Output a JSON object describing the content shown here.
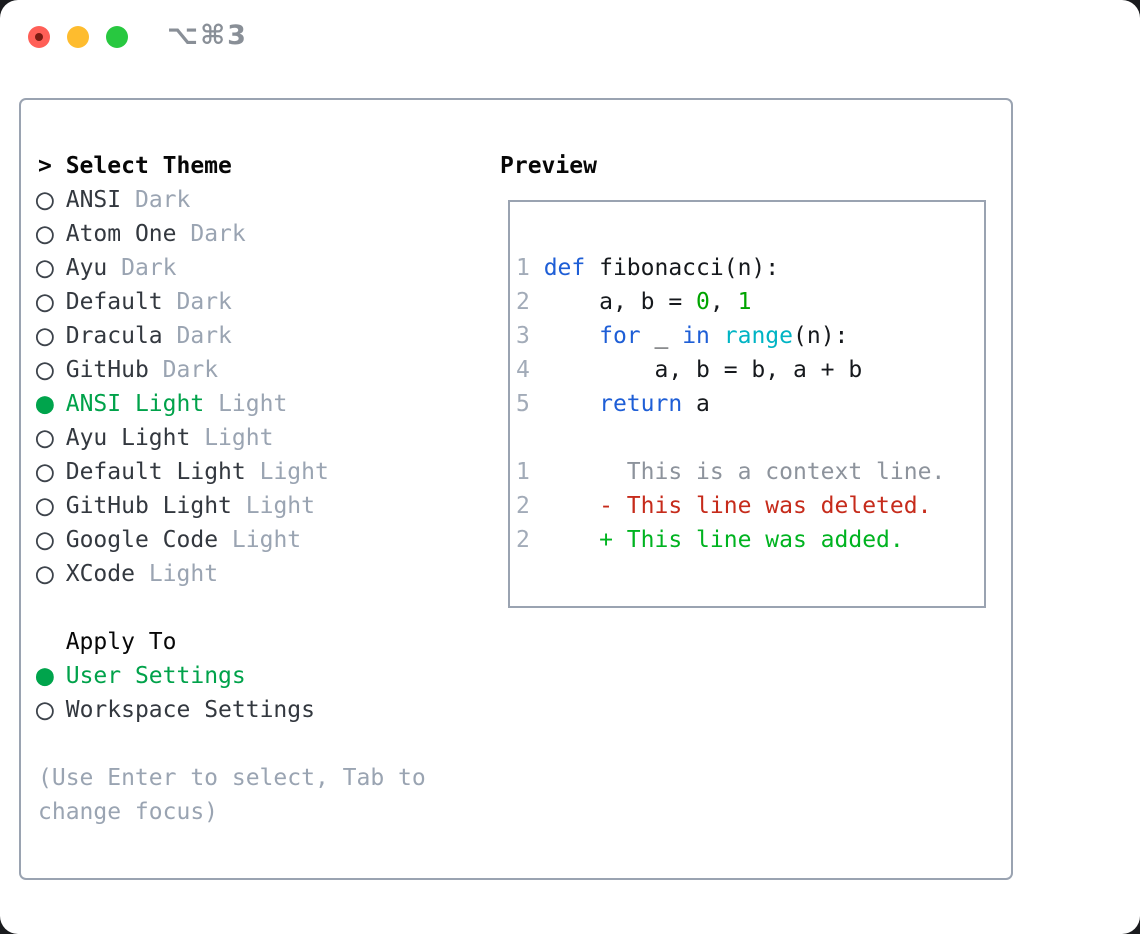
{
  "window": {
    "title": "⌥⌘3"
  },
  "theme_picker": {
    "header_prefix": ">",
    "header": "Select Theme",
    "radio_unselected_glyph": "○",
    "radio_selected_glyph": "●",
    "themes": [
      {
        "name": "ANSI",
        "variant": "Dark",
        "selected": false
      },
      {
        "name": "Atom One",
        "variant": "Dark",
        "selected": false
      },
      {
        "name": "Ayu",
        "variant": "Dark",
        "selected": false
      },
      {
        "name": "Default",
        "variant": "Dark",
        "selected": false
      },
      {
        "name": "Dracula",
        "variant": "Dark",
        "selected": false
      },
      {
        "name": "GitHub",
        "variant": "Dark",
        "selected": false
      },
      {
        "name": "ANSI Light",
        "variant": "Light",
        "selected": true
      },
      {
        "name": "Ayu Light",
        "variant": "Light",
        "selected": false
      },
      {
        "name": "Default Light",
        "variant": "Light",
        "selected": false
      },
      {
        "name": "GitHub Light",
        "variant": "Light",
        "selected": false
      },
      {
        "name": "Google Code",
        "variant": "Light",
        "selected": false
      },
      {
        "name": "XCode",
        "variant": "Light",
        "selected": false
      }
    ],
    "apply_to": {
      "header": "Apply To",
      "options": [
        {
          "label": "User Settings",
          "selected": true
        },
        {
          "label": "Workspace Settings",
          "selected": false
        }
      ]
    },
    "help_text": "(Use Enter to select, Tab to change focus)"
  },
  "preview": {
    "header": "Preview",
    "code_lines": [
      {
        "tokens": [
          {
            "text": "1 ",
            "type": "lineno"
          },
          {
            "text": "def",
            "type": "keyword"
          },
          {
            "text": " fibonacci(n):",
            "type": "plain"
          }
        ]
      },
      {
        "tokens": [
          {
            "text": "2 ",
            "type": "lineno"
          },
          {
            "text": "    a, b = ",
            "type": "plain"
          },
          {
            "text": "0",
            "type": "number"
          },
          {
            "text": ", ",
            "type": "plain"
          },
          {
            "text": "1",
            "type": "number"
          }
        ]
      },
      {
        "tokens": [
          {
            "text": "3 ",
            "type": "lineno"
          },
          {
            "text": "    ",
            "type": "plain"
          },
          {
            "text": "for",
            "type": "keyword"
          },
          {
            "text": " _ ",
            "type": "plain"
          },
          {
            "text": "in",
            "type": "keyword"
          },
          {
            "text": " ",
            "type": "plain"
          },
          {
            "text": "range",
            "type": "builtin"
          },
          {
            "text": "(n):",
            "type": "plain"
          }
        ]
      },
      {
        "tokens": [
          {
            "text": "4 ",
            "type": "lineno"
          },
          {
            "text": "        a, b = b, a + b",
            "type": "plain"
          }
        ]
      },
      {
        "tokens": [
          {
            "text": "5 ",
            "type": "lineno"
          },
          {
            "text": "    ",
            "type": "plain"
          },
          {
            "text": "return",
            "type": "keyword"
          },
          {
            "text": " a",
            "type": "plain"
          }
        ]
      },
      {
        "tokens": []
      },
      {
        "tokens": [
          {
            "text": "1 ",
            "type": "lineno"
          },
          {
            "text": "      This is a context line.",
            "type": "context"
          }
        ]
      },
      {
        "tokens": [
          {
            "text": "2 ",
            "type": "lineno"
          },
          {
            "text": "    ",
            "type": "plain"
          },
          {
            "text": "- This line was deleted.",
            "type": "deleted"
          }
        ]
      },
      {
        "tokens": [
          {
            "text": "2 ",
            "type": "lineno"
          },
          {
            "text": "    ",
            "type": "plain"
          },
          {
            "text": "+ This line was added.",
            "type": "added"
          }
        ]
      }
    ]
  },
  "colors": {
    "selected_green": "#00a24a",
    "keyword_blue": "#1e5ed6",
    "number_green": "#00a400",
    "builtin_cyan": "#00b4c4",
    "deleted_red": "#c62b1b",
    "added_green": "#00b320",
    "muted_gray": "#9aa4b2",
    "line_number_gray": "#a2abb8",
    "context_gray": "#8d939c",
    "text_dark": "#33383f",
    "panel_border": "#9aa3b1",
    "traffic_red": "#ff5f57",
    "traffic_yellow": "#febc2e",
    "traffic_green": "#28c840",
    "title_gray": "#898f97"
  }
}
